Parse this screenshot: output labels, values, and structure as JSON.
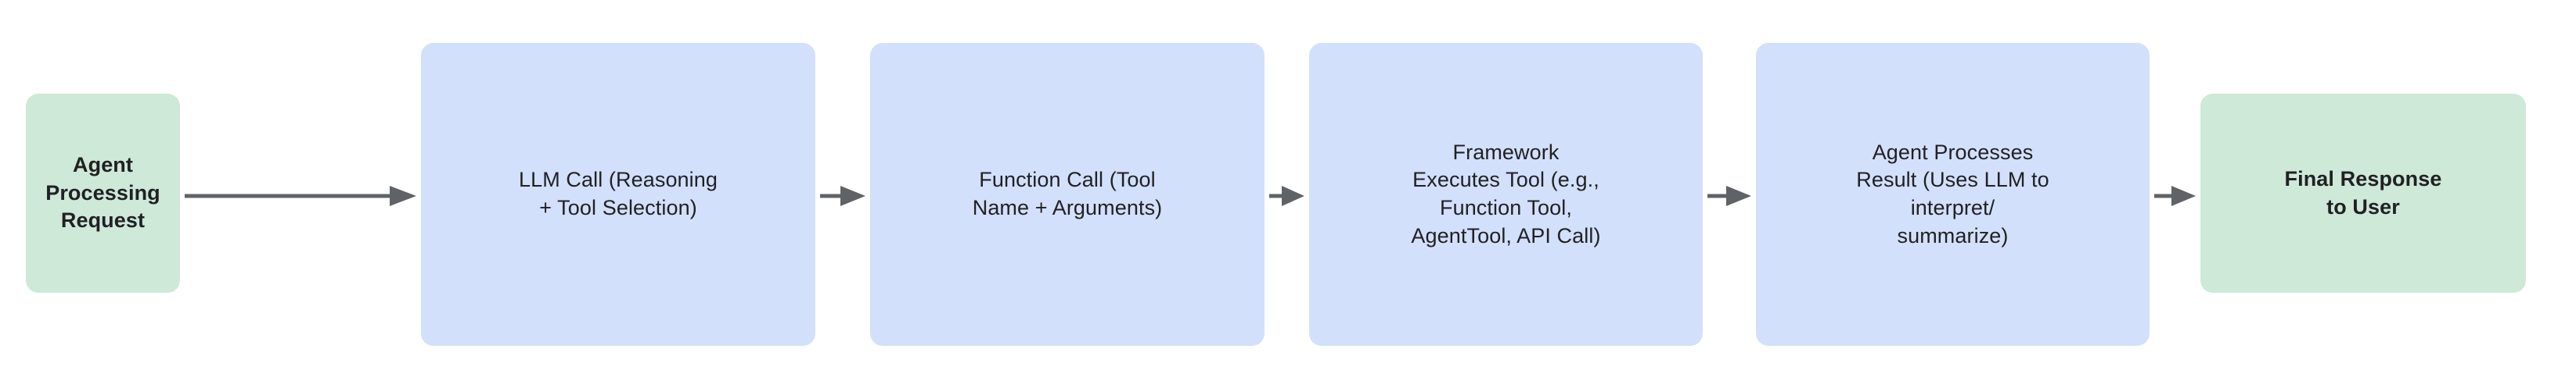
{
  "diagram": {
    "type": "flowchart",
    "orientation": "left-to-right",
    "title": "",
    "background_color": "#ffffff",
    "palette": {
      "terminal_fill": "#cee9d7",
      "process_fill": "#d3e0fb",
      "text_color": "#202124",
      "arrow_color": "#5f6368"
    },
    "nodes": [
      {
        "id": "agent-processing-request",
        "label": "Agent\nProcessing\nRequest",
        "shape": "rounded-rect",
        "kind": "terminal",
        "fill": "#cee9d7"
      },
      {
        "id": "llm-call",
        "label": "LLM Call (Reasoning\n+ Tool Selection)",
        "shape": "rounded-rect",
        "kind": "process",
        "fill": "#d3e0fb"
      },
      {
        "id": "function-call",
        "label": "Function Call (Tool\nName + Arguments)",
        "shape": "rounded-rect",
        "kind": "process",
        "fill": "#d3e0fb"
      },
      {
        "id": "framework-executes-tool",
        "label": "Framework\nExecutes Tool (e.g.,\nFunction Tool,\nAgentTool, API Call)",
        "shape": "rounded-rect",
        "kind": "process",
        "fill": "#d3e0fb"
      },
      {
        "id": "agent-processes-result",
        "label": "Agent Processes\nResult (Uses LLM to\ninterpret/\nsummarize)",
        "shape": "rounded-rect",
        "kind": "process",
        "fill": "#d3e0fb"
      },
      {
        "id": "final-response-to-user",
        "label": "Final Response\nto User",
        "shape": "rounded-rect",
        "kind": "terminal",
        "fill": "#cee9d7"
      }
    ],
    "edges": [
      {
        "id": "edge-0",
        "from": "agent-processing-request",
        "to": "llm-call",
        "label": "",
        "style": "solid-arrow"
      },
      {
        "id": "edge-1",
        "from": "llm-call",
        "to": "function-call",
        "label": "",
        "style": "solid-arrow"
      },
      {
        "id": "edge-2",
        "from": "function-call",
        "to": "framework-executes-tool",
        "label": "",
        "style": "solid-arrow"
      },
      {
        "id": "edge-3",
        "from": "framework-executes-tool",
        "to": "agent-processes-result",
        "label": "",
        "style": "solid-arrow"
      },
      {
        "id": "edge-4",
        "from": "agent-processes-result",
        "to": "final-response-to-user",
        "label": "",
        "style": "solid-arrow"
      }
    ]
  }
}
